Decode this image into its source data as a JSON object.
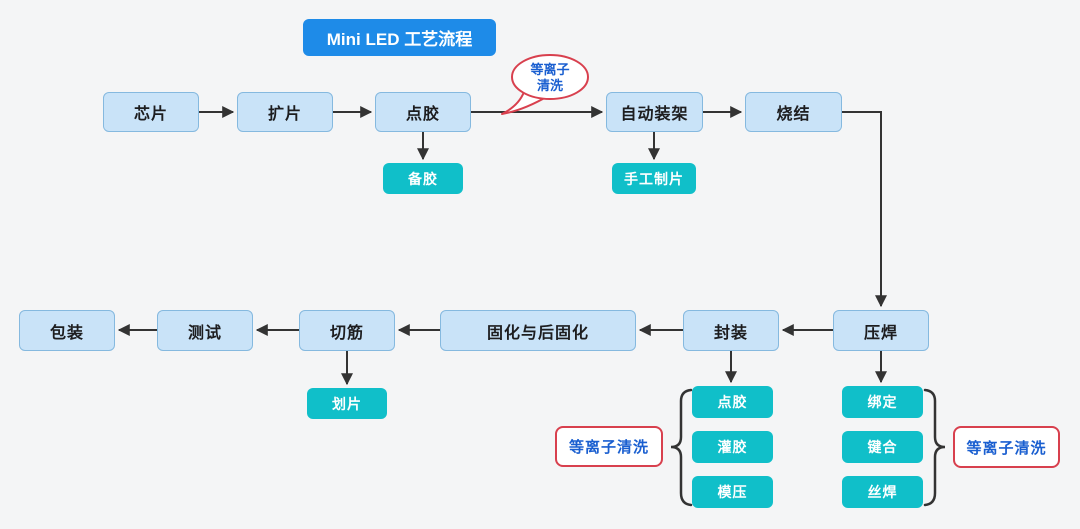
{
  "title": "Mini LED 工艺流程",
  "top_row": {
    "chip": "芯片",
    "film_expansion": "扩片",
    "dispensing": "点胶",
    "auto_mounting": "自动装架",
    "sintering": "烧结"
  },
  "bottom_row": {
    "pressure_welding": "压焊",
    "encapsulation": "封装",
    "curing": "固化与后固化",
    "rib_cutting": "切筋",
    "testing": "测试",
    "packaging": "包装"
  },
  "sub_nodes": {
    "glue_prep": "备胶",
    "manual_mounting": "手工制片",
    "dicing": "划片"
  },
  "encapsulation_substeps": [
    "点胶",
    "灌胶",
    "模压"
  ],
  "welding_substeps": [
    "绑定",
    "键合",
    "丝焊"
  ],
  "plasma_bubble": {
    "line1": "等离子",
    "line2": "清洗"
  },
  "plasma_label_left": "等离子清洗",
  "plasma_label_right": "等离子清洗",
  "colors": {
    "background": "#f4f5f6",
    "title_bg": "#1e8be8",
    "node_fill": "#c9e3f8",
    "node_border": "#85b9df",
    "sub_node_fill": "#10bfc9",
    "plasma_border": "#d8404e",
    "plasma_text": "#1a5fd0",
    "arrow": "#333333"
  }
}
